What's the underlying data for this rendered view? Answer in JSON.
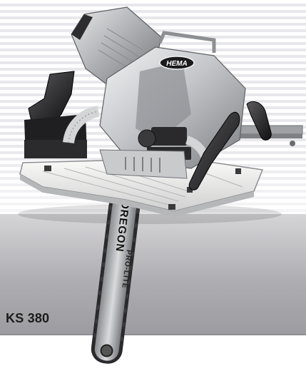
{
  "product": {
    "model": "KS 380",
    "brand_badge": "HEMA",
    "bar_text_1": "OREGON",
    "bar_text_2": "PRO-LITE"
  },
  "colors": {
    "band_top": "#d5d5d8",
    "band_bottom": "#9c9ca0",
    "machine_body": "#b9bbbf",
    "handle_black": "#1d1d1f",
    "baseplate": "#f0f0ee"
  }
}
